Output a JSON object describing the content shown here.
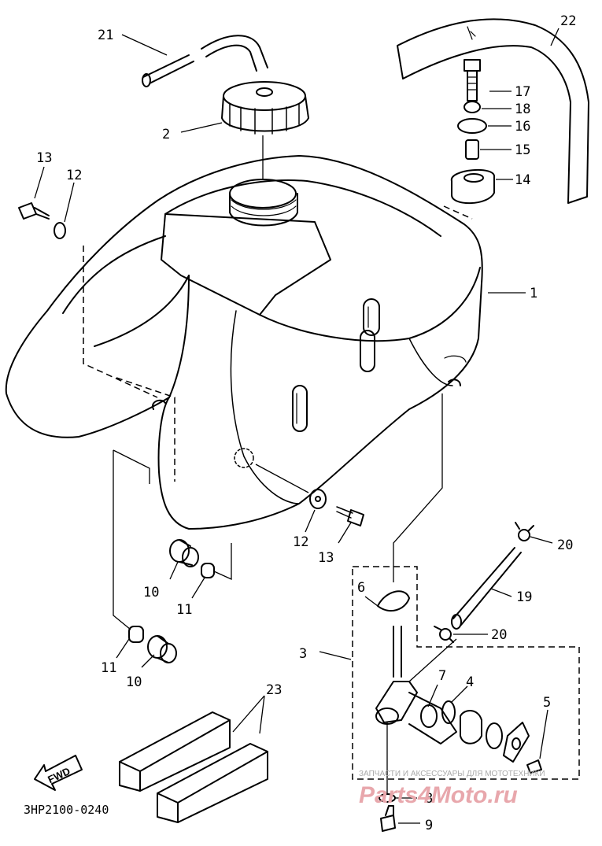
{
  "diagram": {
    "code": "3HP2100-0240",
    "fwd_label": "FWD",
    "watermark_small": "ЗАПЧАСТИ И АКСЕССУАРЫ ДЛЯ МОТОТЕХНИКИ",
    "watermark_big": "Parts4Moto.ru",
    "watermark_color": "#e8a7ac",
    "callouts": [
      {
        "id": "c1",
        "text": "1"
      },
      {
        "id": "c2",
        "text": "2"
      },
      {
        "id": "c3",
        "text": "3"
      },
      {
        "id": "c4",
        "text": "4"
      },
      {
        "id": "c5",
        "text": "5"
      },
      {
        "id": "c6",
        "text": "6"
      },
      {
        "id": "c7",
        "text": "7"
      },
      {
        "id": "c8",
        "text": "8"
      },
      {
        "id": "c9",
        "text": "9"
      },
      {
        "id": "c10a",
        "text": "10"
      },
      {
        "id": "c10b",
        "text": "10"
      },
      {
        "id": "c11a",
        "text": "11"
      },
      {
        "id": "c11b",
        "text": "11"
      },
      {
        "id": "c12a",
        "text": "12"
      },
      {
        "id": "c12b",
        "text": "12"
      },
      {
        "id": "c13a",
        "text": "13"
      },
      {
        "id": "c13b",
        "text": "13"
      },
      {
        "id": "c14",
        "text": "14"
      },
      {
        "id": "c15",
        "text": "15"
      },
      {
        "id": "c16",
        "text": "16"
      },
      {
        "id": "c17",
        "text": "17"
      },
      {
        "id": "c18",
        "text": "18"
      },
      {
        "id": "c19",
        "text": "19"
      },
      {
        "id": "c20a",
        "text": "20"
      },
      {
        "id": "c20b",
        "text": "20"
      },
      {
        "id": "c21",
        "text": "21"
      },
      {
        "id": "c22",
        "text": "22"
      },
      {
        "id": "c23",
        "text": "23"
      }
    ]
  }
}
